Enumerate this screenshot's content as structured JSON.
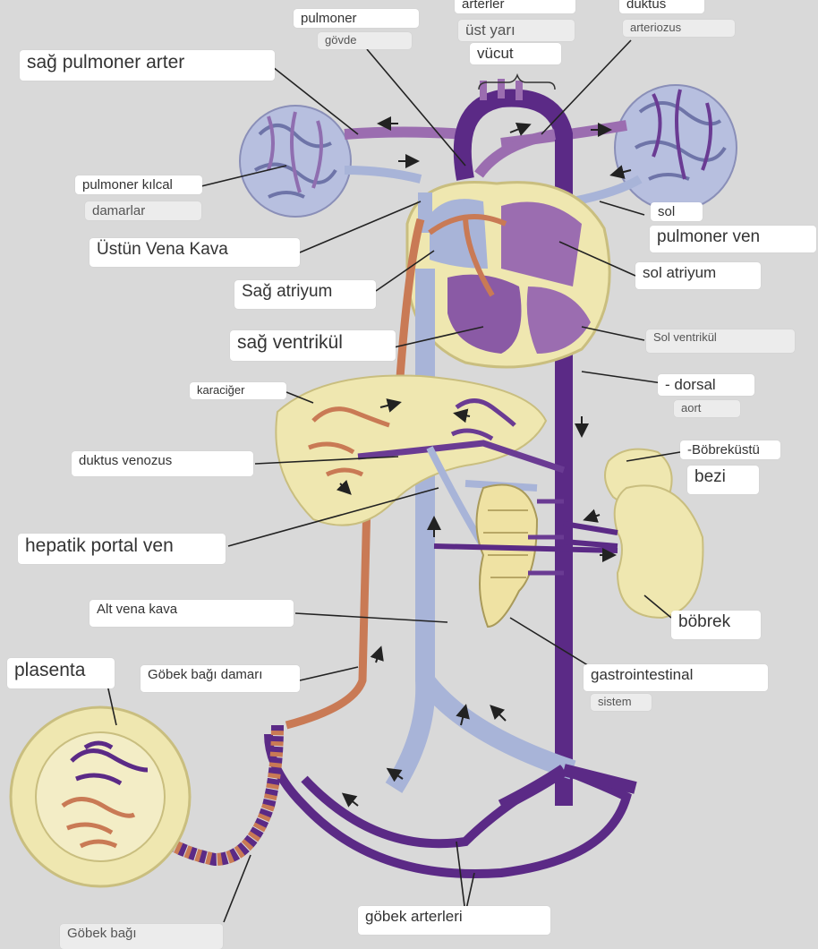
{
  "colors": {
    "background": "#d9d9d9",
    "oxygen_poor": "#5b2a86",
    "mixed": "#b1a3cf",
    "oxygen_rich": "#c97a55",
    "venous_blue": "#a8b4d8",
    "heart_purple": "#9b6db0",
    "organ_fill": "#efe7b0"
  },
  "labels": {
    "arterler": "arterler",
    "duktus": "duktus",
    "pulmoner": "pulmoner",
    "arteriozus": "arteriozus",
    "govde": "gövde",
    "ust_yari": "üst yarı",
    "vucut": "vücut",
    "sag_pulmoner_arter": "sağ pulmoner arter",
    "pulmoner_kilcal": "pulmoner kılcal",
    "damarlar": "damarlar",
    "sol": "sol",
    "pulmoner_ven": "pulmoner ven",
    "ustun_vena_kava": "Üstün Vena Kava",
    "sol_atriyum": "sol atriyum",
    "sag_atriyum": "Sağ atriyum",
    "sag_ventrikul": "sağ ventrikül",
    "sol_ventrikul": "Sol ventrikül",
    "dorsal": "- dorsal",
    "aort": "aort",
    "karaciger": "karaciğer",
    "bobrekustu": "-Böbreküstü",
    "bezi": "bezi",
    "duktus_venozus": "duktus venozus",
    "hepatik_portal_ven": "hepatik portal ven",
    "alt_vena_kava": "Alt vena kava",
    "bobrek": "böbrek",
    "plasenta": "plasenta",
    "gobek_bagi_damari": "Göbek bağı damarı",
    "gastrointestinal": "gastrointestinal",
    "sistem": "sistem",
    "gobek_arterleri": "göbek arterleri",
    "gobek_bagi": "Göbek bağı"
  }
}
